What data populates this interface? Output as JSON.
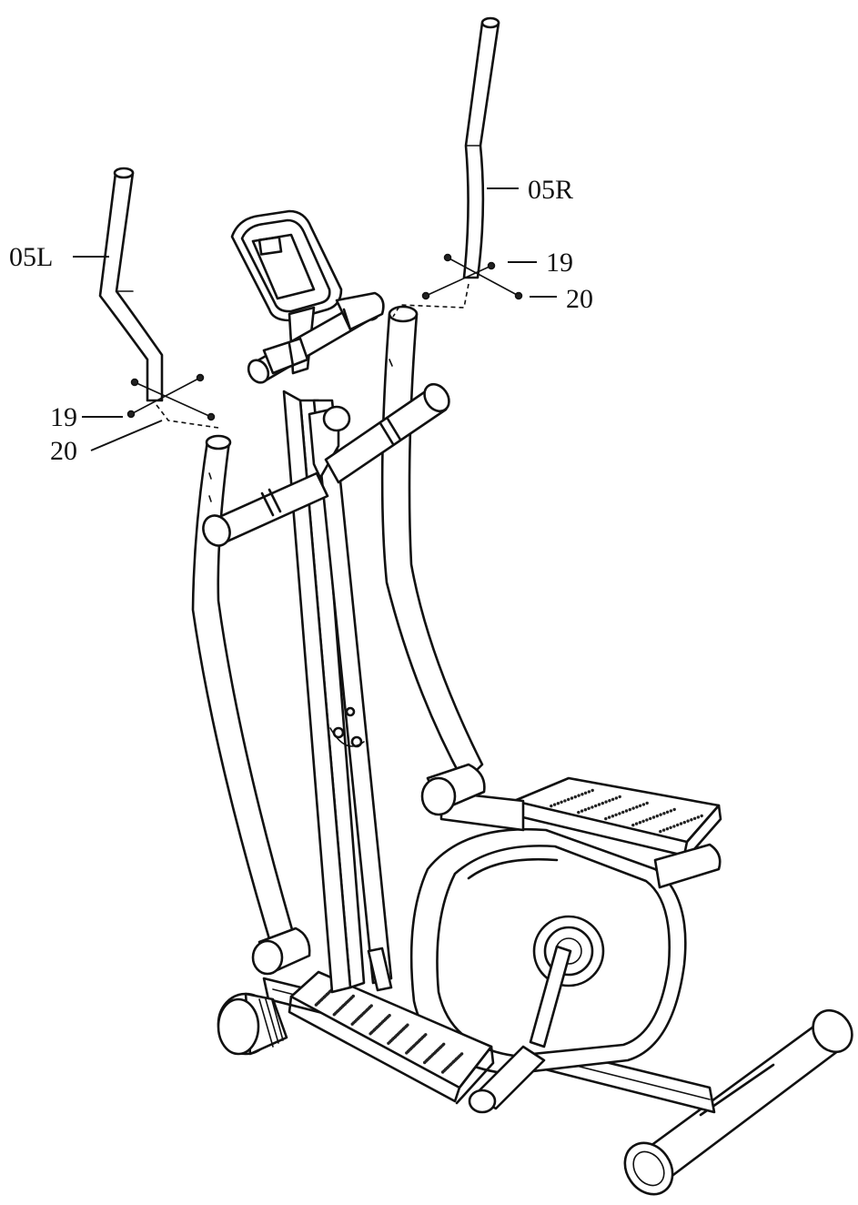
{
  "diagram": {
    "callouts": {
      "left_handlebar": "05L",
      "right_handlebar": "05R",
      "bolt_left": "19",
      "washer_left": "20",
      "bolt_right": "19",
      "washer_right": "20"
    }
  }
}
